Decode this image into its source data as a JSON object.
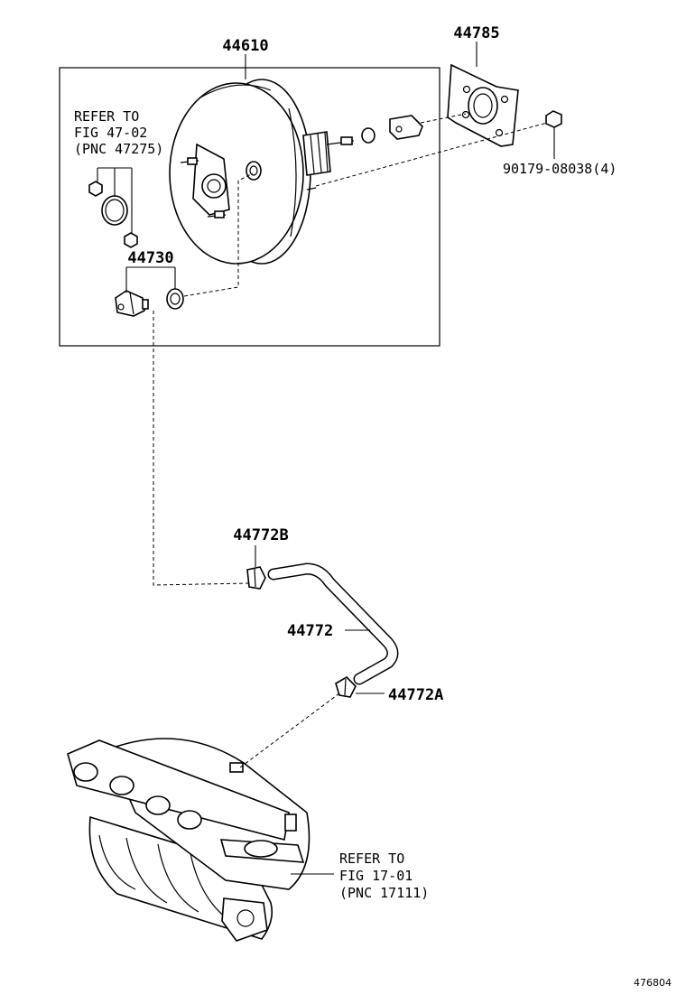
{
  "labels": {
    "booster_assy": "44610",
    "plate": "44785",
    "nut": "90179-08038(4)",
    "check_valve": "44730",
    "clip_b": "44772B",
    "hose": "44772",
    "clip_a": "44772A"
  },
  "refer_upper": {
    "line1": "REFER TO",
    "line2": "FIG 47-02",
    "line3": "(PNC 47275)"
  },
  "refer_lower": {
    "line1": "REFER TO",
    "line2": "FIG 17-01",
    "line3": "(PNC 17111)"
  },
  "figure_id": "476804"
}
